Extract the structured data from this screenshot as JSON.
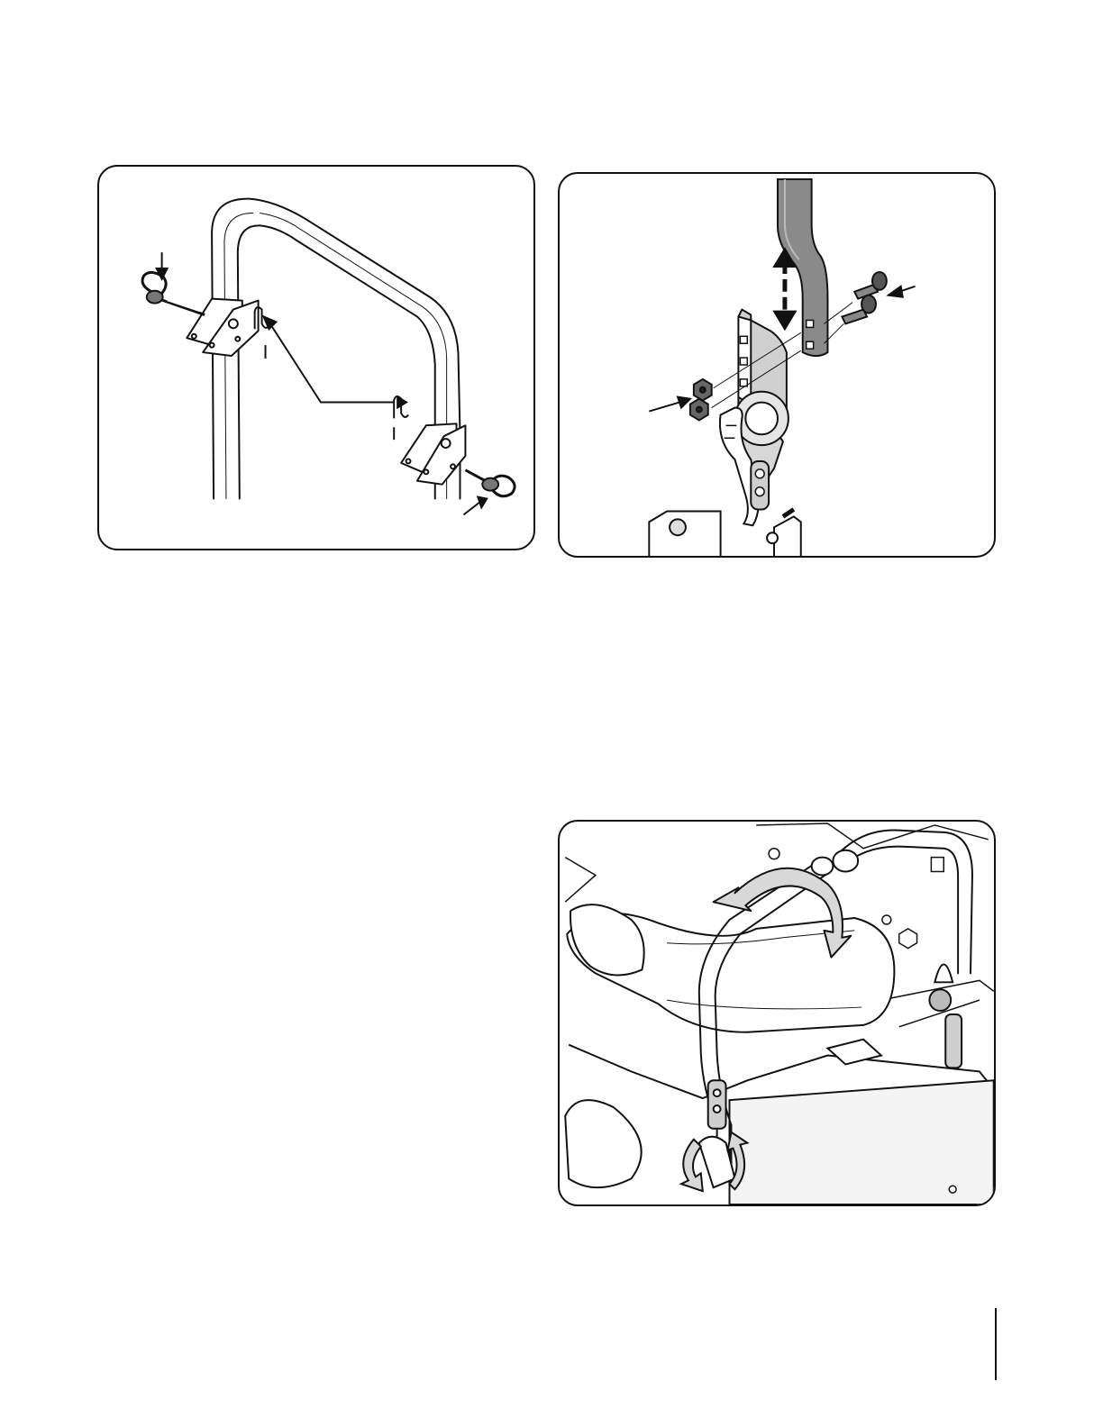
{
  "figures": [
    {
      "id": "rollbar-assembly",
      "icons": [
        "rollbar-frame-icon",
        "lynch-pin-icon",
        "hair-pin-icon",
        "pointer-arrow-icon"
      ]
    },
    {
      "id": "rollbar-bracket",
      "icons": [
        "rollbar-tube-icon",
        "double-arrow-icon",
        "carriage-bolt-icon",
        "hex-nut-icon",
        "latch-handle-icon"
      ]
    },
    {
      "id": "seat-rollbar-fold",
      "icons": [
        "seat-icon",
        "rollbar-tube-icon",
        "rotate-arrow-icon",
        "latch-knob-icon"
      ]
    }
  ],
  "colors": {
    "line": "#111111",
    "tube_fill": "#8a8a8a",
    "arrow_fill": "#d8d8d8",
    "background": "#ffffff"
  }
}
